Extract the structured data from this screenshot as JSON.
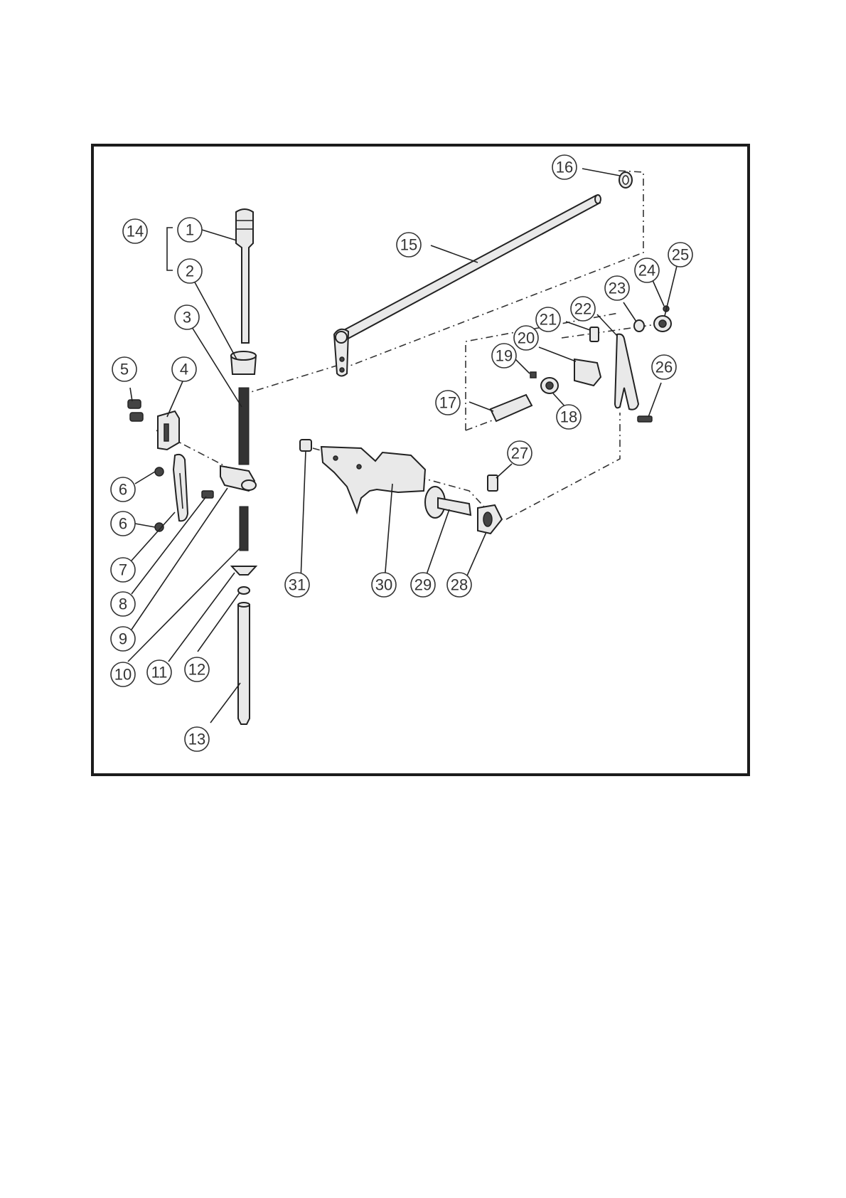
{
  "diagram": {
    "callouts": [
      {
        "id": "1"
      },
      {
        "id": "2"
      },
      {
        "id": "3"
      },
      {
        "id": "4"
      },
      {
        "id": "5"
      },
      {
        "id": "6a",
        "label": "6"
      },
      {
        "id": "6b",
        "label": "6"
      },
      {
        "id": "7"
      },
      {
        "id": "8"
      },
      {
        "id": "9"
      },
      {
        "id": "10"
      },
      {
        "id": "11"
      },
      {
        "id": "12"
      },
      {
        "id": "13"
      },
      {
        "id": "14"
      },
      {
        "id": "15"
      },
      {
        "id": "16"
      },
      {
        "id": "17"
      },
      {
        "id": "18"
      },
      {
        "id": "19"
      },
      {
        "id": "20"
      },
      {
        "id": "21"
      },
      {
        "id": "22"
      },
      {
        "id": "23"
      },
      {
        "id": "24"
      },
      {
        "id": "25"
      },
      {
        "id": "26"
      },
      {
        "id": "27"
      },
      {
        "id": "28"
      },
      {
        "id": "29"
      },
      {
        "id": "30"
      },
      {
        "id": "31"
      }
    ]
  }
}
